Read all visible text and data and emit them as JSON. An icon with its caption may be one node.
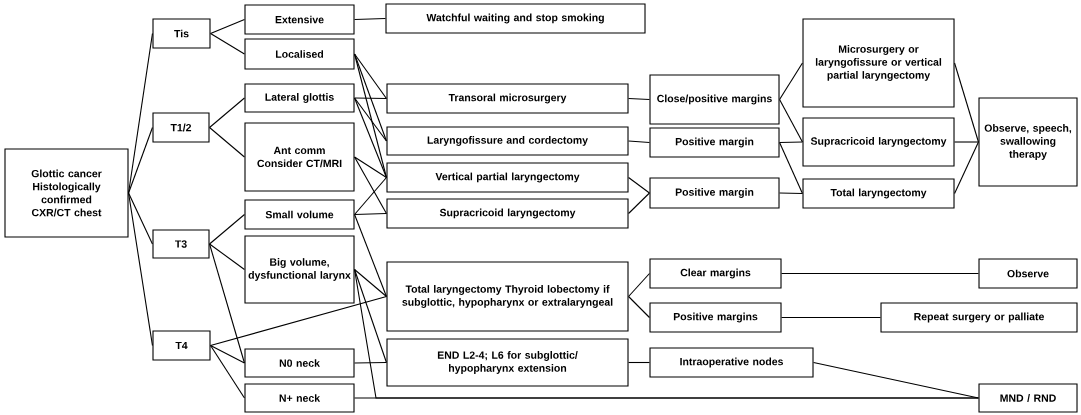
{
  "diagram": {
    "nodes": [
      {
        "text": [
          "Glottic cancer Histologically confirmed CXR/CT chest"
        ]
      },
      {
        "text": [
          "Tis"
        ]
      },
      {
        "text": [
          "T1/2"
        ]
      },
      {
        "text": [
          "T3"
        ]
      },
      {
        "text": [
          "T4"
        ]
      },
      {
        "text": [
          "Extensive"
        ]
      },
      {
        "text": [
          "Localised"
        ]
      },
      {
        "text": [
          "Watchful waiting and stop smoking"
        ]
      },
      {
        "text": [
          "Lateral glottis"
        ]
      },
      {
        "text": [
          "Ant comm Consider CT/MRI"
        ]
      },
      {
        "text": [
          "Small volume"
        ]
      },
      {
        "text": [
          "Big volume, dysfunctional larynx"
        ]
      },
      {
        "text": [
          "N0 neck"
        ]
      },
      {
        "text": [
          "N+ neck"
        ]
      },
      {
        "text": [
          "Transoral microsurgery"
        ]
      },
      {
        "text": [
          "Laryngofissure and cordectomy"
        ]
      },
      {
        "text": [
          "Vertical partial laryngectomy"
        ]
      },
      {
        "text": [
          "Supracricoid laryngectomy"
        ]
      },
      {
        "text": [
          "Total laryngectomy Thyroid lobectomy if subglottic, hypopharynx  or extralaryngeal"
        ]
      },
      {
        "text": [
          "END L2-4; L6 for subglottic/ hypopharynx extension"
        ]
      },
      {
        "text": [
          "Close/positive margins"
        ]
      },
      {
        "text": [
          "Positive  margin"
        ]
      },
      {
        "text": [
          "Positive  margin"
        ]
      },
      {
        "text": [
          "Microsurgery or laryngofissure or vertical partial laryngectomy"
        ]
      },
      {
        "text": [
          "Supracricoid laryngectomy"
        ]
      },
      {
        "text": [
          "Total laryngectomy"
        ]
      },
      {
        "text": [
          "Observe, speech, swallowing therapy"
        ]
      },
      {
        "text": [
          "Clear margins"
        ]
      },
      {
        "text": [
          "Positive margins"
        ]
      },
      {
        "text": [
          "Observe"
        ]
      },
      {
        "text": [
          "Repeat surgery or palliate"
        ]
      },
      {
        "text": [
          "Intraoperative nodes"
        ]
      },
      {
        "text": [
          "MND / RND"
        ]
      }
    ],
    "edges": [
      {
        "from": 0,
        "to": 1,
        "arrow": "none"
      },
      {
        "from": 0,
        "to": 2,
        "arrow": "none"
      },
      {
        "from": 0,
        "to": 3,
        "arrow": "none"
      },
      {
        "from": 0,
        "to": 4,
        "arrow": "none"
      },
      {
        "from": 1,
        "to": 5,
        "arrow": "none"
      },
      {
        "from": 1,
        "to": 6,
        "arrow": "none"
      },
      {
        "from": 2,
        "to": 8,
        "arrow": "none"
      },
      {
        "from": 2,
        "to": 9,
        "arrow": "none"
      },
      {
        "from": 3,
        "to": 10,
        "arrow": "none"
      },
      {
        "from": 3,
        "to": 11,
        "arrow": "none"
      },
      {
        "from": 3,
        "to": 12,
        "arrow": "none"
      },
      {
        "from": 4,
        "to": 18,
        "arrow": "none"
      },
      {
        "from": 4,
        "to": 12,
        "arrow": "none"
      },
      {
        "from": 4,
        "to": 13,
        "arrow": "none"
      },
      {
        "from": 5,
        "to": 7,
        "arrow": "none"
      },
      {
        "from": 6,
        "to": 14,
        "arrow": "none"
      },
      {
        "from": 6,
        "to": 15,
        "arrow": "none"
      },
      {
        "from": 6,
        "to": 16,
        "arrow": "none"
      },
      {
        "from": 8,
        "to": 14,
        "arrow": "none"
      },
      {
        "from": 8,
        "to": 15,
        "arrow": "none"
      },
      {
        "from": 8,
        "to": 16,
        "arrow": "none"
      },
      {
        "from": 9,
        "to": 16,
        "arrow": "none"
      },
      {
        "from": 9,
        "to": 17,
        "arrow": "none"
      },
      {
        "from": 10,
        "to": 16,
        "arrow": "none"
      },
      {
        "from": 10,
        "to": 17,
        "arrow": "none"
      },
      {
        "from": 10,
        "to": 18,
        "arrow": "none"
      },
      {
        "from": 11,
        "to": 18,
        "arrow": "none"
      },
      {
        "from": 11,
        "to": 19,
        "arrow": "none"
      },
      {
        "from": 11,
        "to": 32,
        "arrow": "none"
      },
      {
        "from": 12,
        "to": 19,
        "arrow": "none"
      },
      {
        "from": 13,
        "to": 32,
        "arrow": "none"
      },
      {
        "from": 14,
        "to": 20,
        "arrow": "none"
      },
      {
        "from": 15,
        "to": 21,
        "arrow": "none"
      },
      {
        "from": 16,
        "to": 22,
        "arrow": "none"
      },
      {
        "from": 17,
        "to": 22,
        "arrow": "none"
      },
      {
        "from": 20,
        "to": 23,
        "arrow": "none"
      },
      {
        "from": 20,
        "to": 24,
        "arrow": "none"
      },
      {
        "from": 21,
        "to": 24,
        "arrow": "none"
      },
      {
        "from": 21,
        "to": 25,
        "arrow": "none"
      },
      {
        "from": 22,
        "to": 25,
        "arrow": "none"
      },
      {
        "from": 23,
        "to": 26,
        "arrow": "none"
      },
      {
        "from": 24,
        "to": 26,
        "arrow": "none"
      },
      {
        "from": 25,
        "to": 26,
        "arrow": "none"
      },
      {
        "from": 18,
        "to": 27,
        "arrow": "none"
      },
      {
        "from": 18,
        "to": 28,
        "arrow": "none"
      },
      {
        "from": 27,
        "to": 29,
        "arrow": "none"
      },
      {
        "from": 28,
        "to": 30,
        "arrow": "none"
      },
      {
        "from": 19,
        "to": 31,
        "arrow": "none"
      },
      {
        "from": 31,
        "to": 32,
        "arrow": "none"
      }
    ]
  }
}
